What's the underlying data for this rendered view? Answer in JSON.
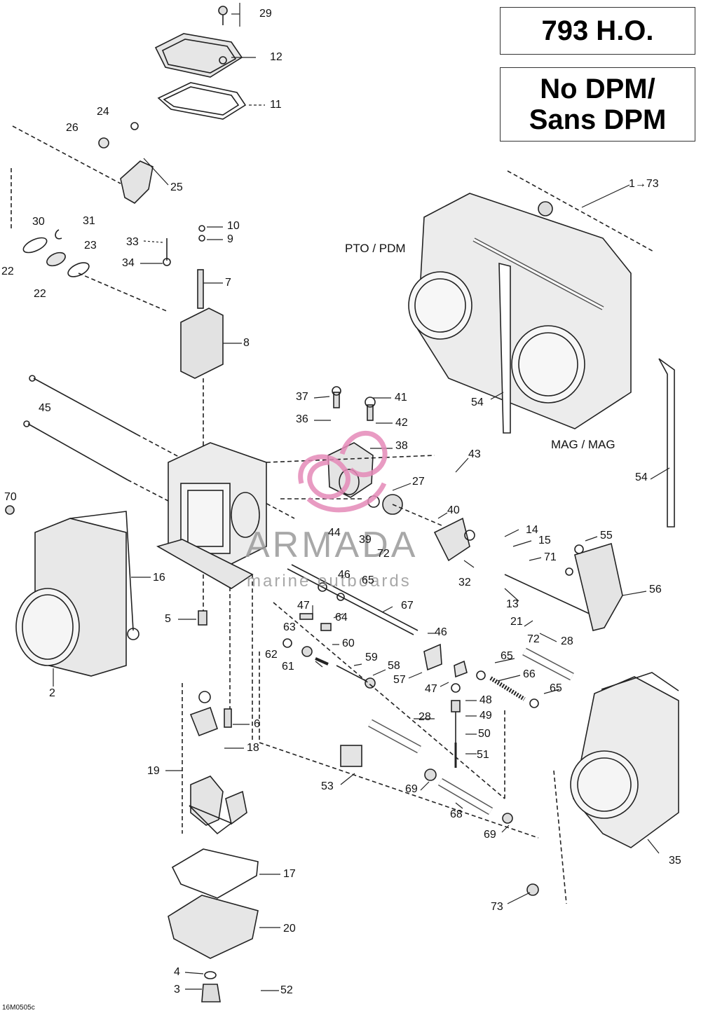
{
  "header": {
    "model": "793 H.O.",
    "variant_line1": "No DPM/",
    "variant_line2": "Sans DPM"
  },
  "side_labels": {
    "pto": "PTO / PDM",
    "mag": "MAG / MAG"
  },
  "figure_code": "16M0505c",
  "watermark": {
    "name": "ARMADA",
    "tagline": "marine outboards",
    "colors": {
      "text": "#9a9a9a",
      "logo": "#e58ab8"
    }
  },
  "callouts": [
    "29",
    "12",
    "11",
    "24",
    "26",
    "25",
    "30",
    "31",
    "23",
    "22",
    "22",
    "33",
    "34",
    "10",
    "9",
    "7",
    "8",
    "1→73",
    "45",
    "37",
    "41",
    "36",
    "42",
    "38",
    "43",
    "27",
    "40",
    "70",
    "16",
    "44",
    "39",
    "72",
    "14",
    "15",
    "71",
    "55",
    "56",
    "46",
    "65",
    "32",
    "13",
    "47",
    "64",
    "67",
    "5",
    "63",
    "62",
    "61",
    "60",
    "59",
    "58",
    "57",
    "46",
    "47",
    "21",
    "72",
    "28",
    "65",
    "66",
    "65",
    "48",
    "49",
    "50",
    "51",
    "2",
    "6",
    "18",
    "19",
    "28",
    "53",
    "69",
    "68",
    "69",
    "17",
    "20",
    "4",
    "3",
    "52",
    "73",
    "35",
    "54",
    "54"
  ]
}
